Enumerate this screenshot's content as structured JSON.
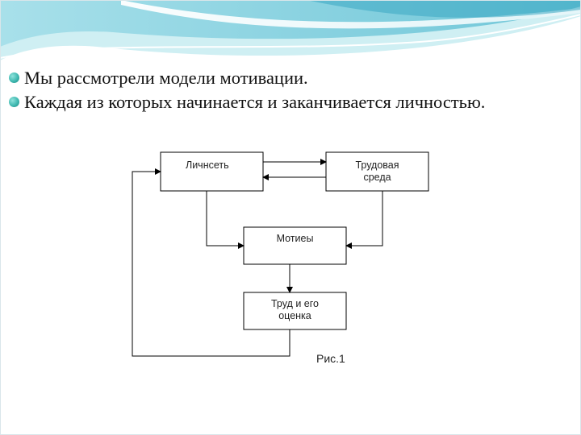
{
  "slide": {
    "bullets": [
      "Мы рассмотрели модели мотивации.",
      "Каждая из которых начинается и заканчивается личностью."
    ]
  },
  "diagram": {
    "boxes": {
      "personality": "Личнсеть",
      "work_env_line1": "Трудовая",
      "work_env_line2": "среда",
      "motives": "Мотиеы",
      "work_eval_line1": "Труд и его",
      "work_eval_line2": "оценка"
    },
    "caption": "Рис.1"
  },
  "colors": {
    "accent": "#3fb8b0",
    "wave_light": "#c9ecef",
    "wave_mid": "#7fd0dc",
    "wave_dark": "#2a8fb0",
    "line": "#000000"
  }
}
